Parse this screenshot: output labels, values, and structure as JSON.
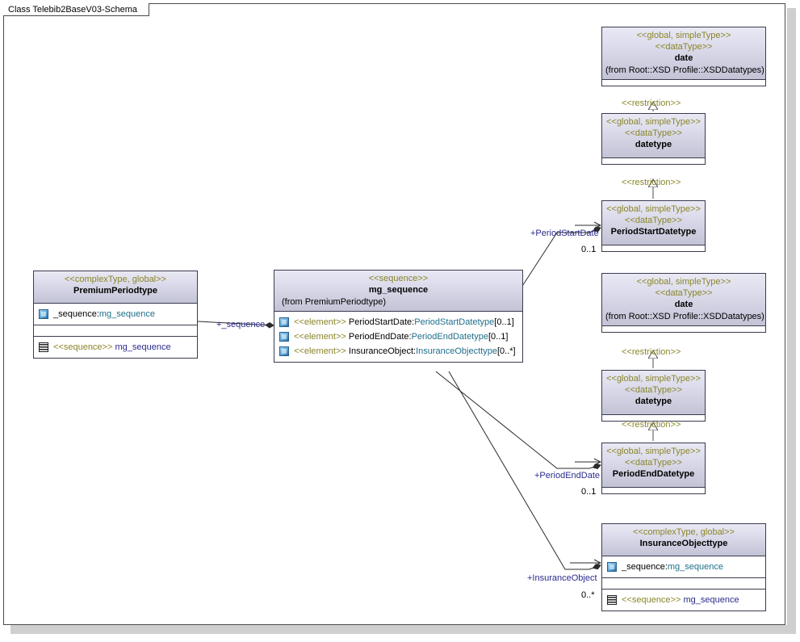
{
  "window": {
    "frame_tab_label": "Class Telebib2BaseV03-Schema"
  },
  "colors": {
    "stereotype_text": "#8a8528",
    "type_link_text": "#1f6f8b",
    "operation_name_text": "#2b2b8f",
    "connector_label_text": "#2b2b8f",
    "box_border": "#3b3b4f",
    "header_gradient_top": "#e9e9f4",
    "header_gradient_bottom": "#c3c3d6",
    "canvas_background": "#ffffff"
  },
  "classes": {
    "date_top": {
      "stereotype1": "<<global, simpleType>>",
      "stereotype2": "<<dataType>>",
      "name": "date",
      "from": "(from Root::XSD Profile::XSDDatatypes)"
    },
    "datetype_top": {
      "stereotype1": "<<global, simpleType>>",
      "stereotype2": "<<dataType>>",
      "name": "datetype"
    },
    "period_start_datetype": {
      "stereotype1": "<<global, simpleType>>",
      "stereotype2": "<<dataType>>",
      "name": "PeriodStartDatetype"
    },
    "date_bottom": {
      "stereotype1": "<<global, simpleType>>",
      "stereotype2": "<<dataType>>",
      "name": "date",
      "from": "(from Root::XSD Profile::XSDDatatypes)"
    },
    "datetype_bottom": {
      "stereotype1": "<<global, simpleType>>",
      "stereotype2": "<<dataType>>",
      "name": "datetype"
    },
    "period_end_datetype": {
      "stereotype1": "<<global, simpleType>>",
      "stereotype2": "<<dataType>>",
      "name": "PeriodEndDatetype"
    },
    "premium_periodtype": {
      "stereotype1": "<<complexType, global>>",
      "name": "PremiumPeriodtype",
      "attribute": {
        "icon": "attribute-icon",
        "name": "_sequence:",
        "type": "mg_sequence"
      },
      "operation": {
        "icon": "sequence-icon",
        "stereotype": "<<sequence>>",
        "name": "mg_sequence"
      }
    },
    "mg_sequence": {
      "stereotype1": "<<sequence>>",
      "name": "mg_sequence",
      "from": "(from PremiumPeriodtype)",
      "elements": [
        {
          "icon": "attribute-icon",
          "stereotype": "<<element>>",
          "name": "PeriodStartDate:",
          "type": "PeriodStartDatetype",
          "multiplicity": "[0..1]"
        },
        {
          "icon": "attribute-icon",
          "stereotype": "<<element>>",
          "name": "PeriodEndDate:",
          "type": "PeriodEndDatetype",
          "multiplicity": "[0..1]"
        },
        {
          "icon": "attribute-icon",
          "stereotype": "<<element>>",
          "name": "InsuranceObject:",
          "type": "InsuranceObjecttype",
          "multiplicity": "[0..*]"
        }
      ]
    },
    "insurance_objecttype": {
      "stereotype1": "<<complexType, global>>",
      "name": "InsuranceObjecttype",
      "attribute": {
        "icon": "attribute-icon",
        "name": "_sequence:",
        "type": "mg_sequence"
      },
      "operation": {
        "icon": "sequence-icon",
        "stereotype": "<<sequence>>",
        "name": "mg_sequence"
      }
    }
  },
  "connectors": {
    "restriction_1": {
      "label": "<<restriction>>"
    },
    "restriction_2": {
      "label": "<<restriction>>"
    },
    "restriction_3": {
      "label": "<<restriction>>"
    },
    "restriction_4": {
      "label": "<<restriction>>"
    },
    "sequence_assoc": {
      "role": "+_sequence"
    },
    "period_start_assoc": {
      "role": "+PeriodStartDate",
      "multiplicity": "0..1"
    },
    "period_end_assoc": {
      "role": "+PeriodEndDate",
      "multiplicity": "0..1"
    },
    "insurance_object_assoc": {
      "role": "+InsuranceObject",
      "multiplicity": "0..*"
    }
  }
}
